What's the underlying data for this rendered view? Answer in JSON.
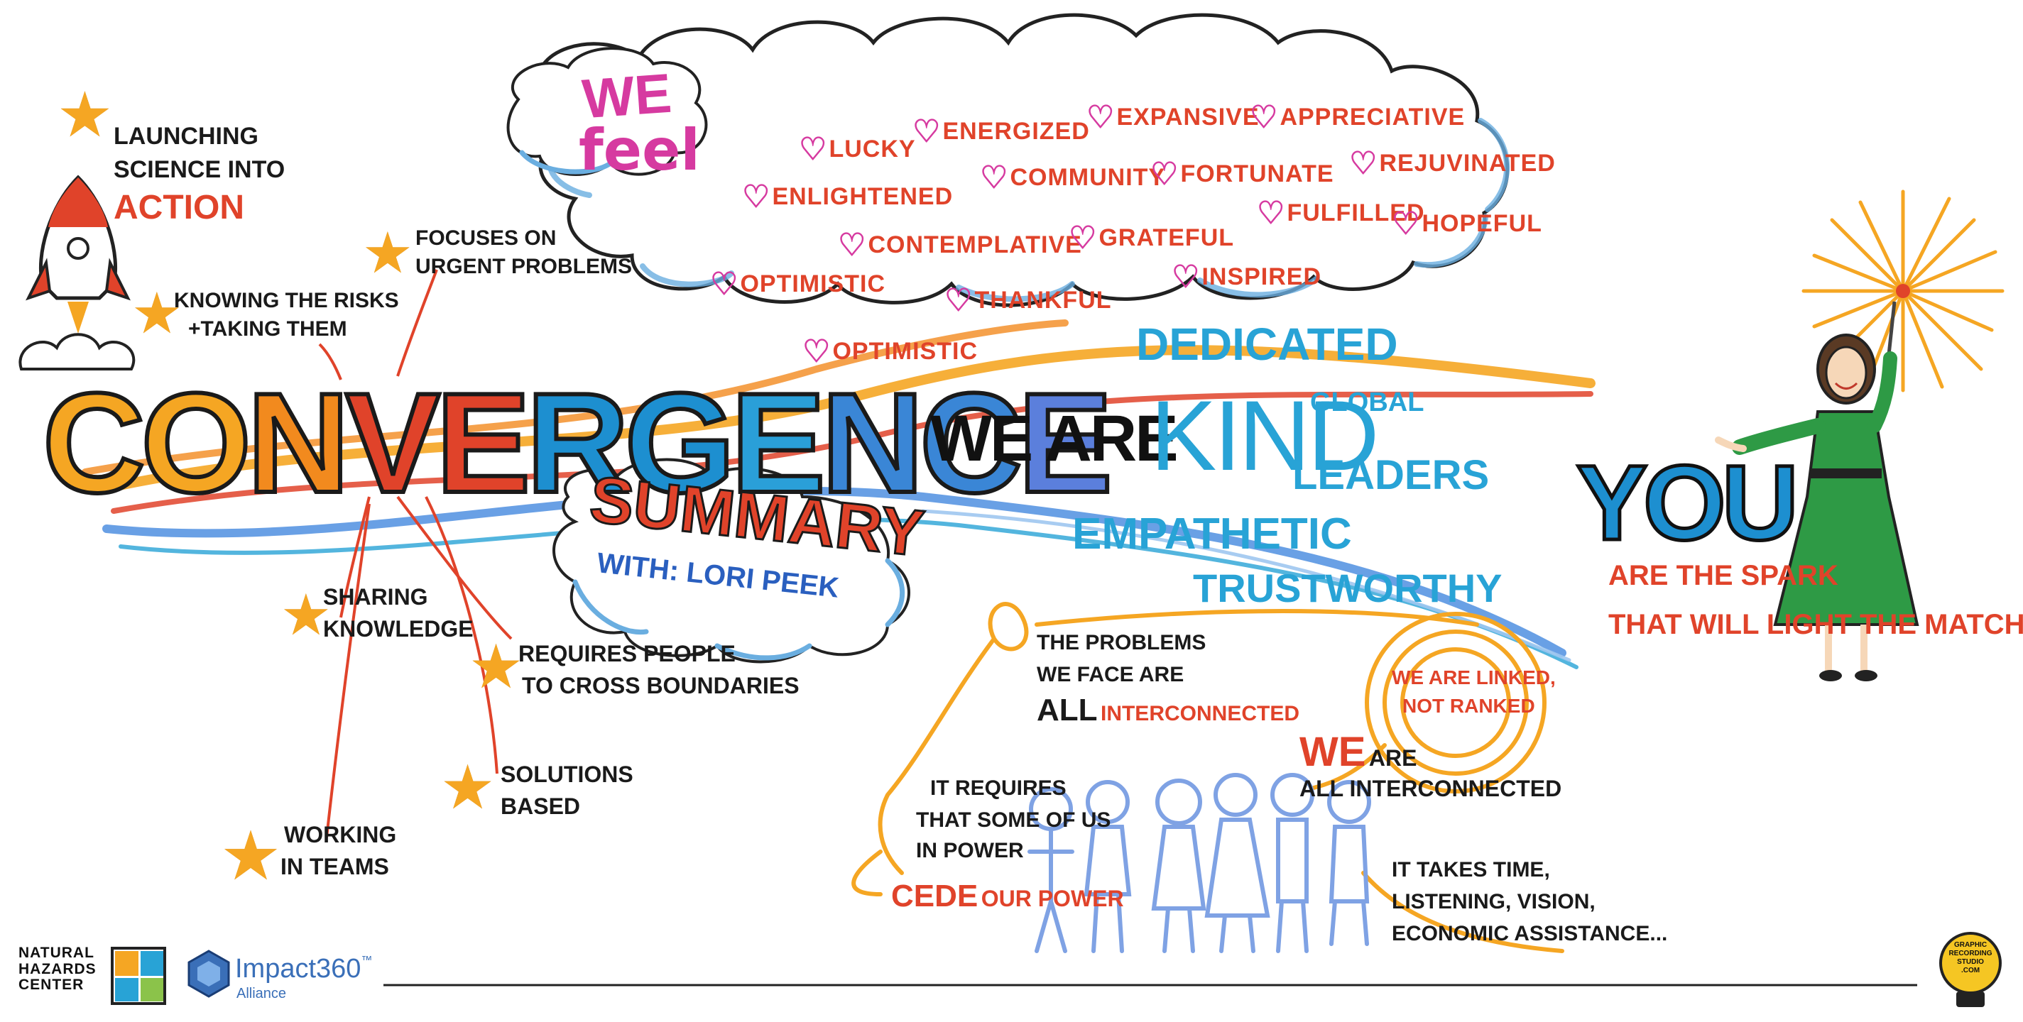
{
  "title": {
    "letters": [
      "C",
      "O",
      "N",
      "V",
      "E",
      "R",
      "G",
      "E",
      "N",
      "C",
      "E"
    ],
    "colors": [
      "#f5a623",
      "#f5a623",
      "#f28a1e",
      "#e0432a",
      "#e0432a",
      "#1d8fd0",
      "#1d8fd0",
      "#2a9fd8",
      "#3a86d6",
      "#3a86d6",
      "#5b7fdc"
    ]
  },
  "summary": {
    "line1": "SUMMARY",
    "line2": "WITH: LORI PEEK"
  },
  "left_notes": [
    {
      "text1": "LAUNCHING",
      "text2": "SCIENCE INTO",
      "text3": "ACTION"
    },
    {
      "text1": "KNOWING THE RISKS",
      "text2": "+TAKING THEM"
    },
    {
      "text1": "FOCUSES ON",
      "text2": "URGENT PROBLEMS"
    },
    {
      "text1": "SHARING",
      "text2": "KNOWLEDGE"
    },
    {
      "text1": "REQUIRES PEOPLE",
      "text2": "TO CROSS BOUNDARIES"
    },
    {
      "text1": "SOLUTIONS",
      "text2": "BASED"
    },
    {
      "text1": "WORKING",
      "text2": "IN TEAMS"
    }
  ],
  "feel": {
    "header1": "WE",
    "header2": "feel",
    "words": [
      "LUCKY",
      "ENERGIZED",
      "EXPANSIVE",
      "APPRECIATIVE",
      "ENLIGHTENED",
      "COMMUNITY",
      "FORTUNATE",
      "REJUVINATED",
      "CONTEMPLATIVE",
      "GRATEFUL",
      "FULFILLED",
      "HOPEFUL",
      "OPTIMISTIC",
      "THANKFUL",
      "INSPIRED",
      "OPTIMISTIC"
    ]
  },
  "we_are": {
    "prefix": "WE ARE",
    "main": "KIND",
    "words": [
      "DEDICATED",
      "GLOBAL",
      "LEADERS",
      "EMPATHETIC",
      "TRUSTWORTHY"
    ]
  },
  "you": {
    "word": "YOU",
    "line1": "ARE THE SPARK",
    "line2": "THAT WILL LIGHT THE MATCH",
    "bang": "!"
  },
  "bottom": {
    "problems1": "THE PROBLEMS",
    "problems2": "WE FACE ARE",
    "problems3a": "ALL",
    "problems3b": "INTERCONNECTED",
    "linked1": "WE ARE LINKED,",
    "linked2": "NOT RANKED",
    "weare1a": "WE",
    "weare1b": "ARE",
    "weare2": "ALL INTERCONNECTED",
    "cede1": "IT REQUIRES",
    "cede2": "THAT SOME OF US",
    "cede3": "IN POWER",
    "cede4a": "CEDE",
    "cede4b": "OUR POWER",
    "time1": "IT TAKES TIME,",
    "time2": "LISTENING, VISION,",
    "time3": "ECONOMIC ASSISTANCE..."
  },
  "logos": {
    "nhc1": "NATURAL",
    "nhc2": "HAZARDS",
    "nhc3": "CENTER",
    "impact_name": "Impact360",
    "impact_tm": "™",
    "impact_sub": "Alliance",
    "grs1": "GRAPHIC",
    "grs2": "RECORDING",
    "grs3": "STUDIO",
    "grs4": ".COM"
  },
  "colors": {
    "red": "#e0432a",
    "orange": "#f5a623",
    "blue": "#1d8fd0",
    "light_blue": "#28a3d6",
    "pink": "#d63aa0",
    "green": "#2e9a45",
    "black": "#1a1a1a"
  },
  "icons": [
    "rocket-icon",
    "star-icon",
    "heart-icon",
    "cloud-icon",
    "sparkler-icon",
    "person-icon",
    "people-group-icon",
    "lightbulb-icon"
  ]
}
